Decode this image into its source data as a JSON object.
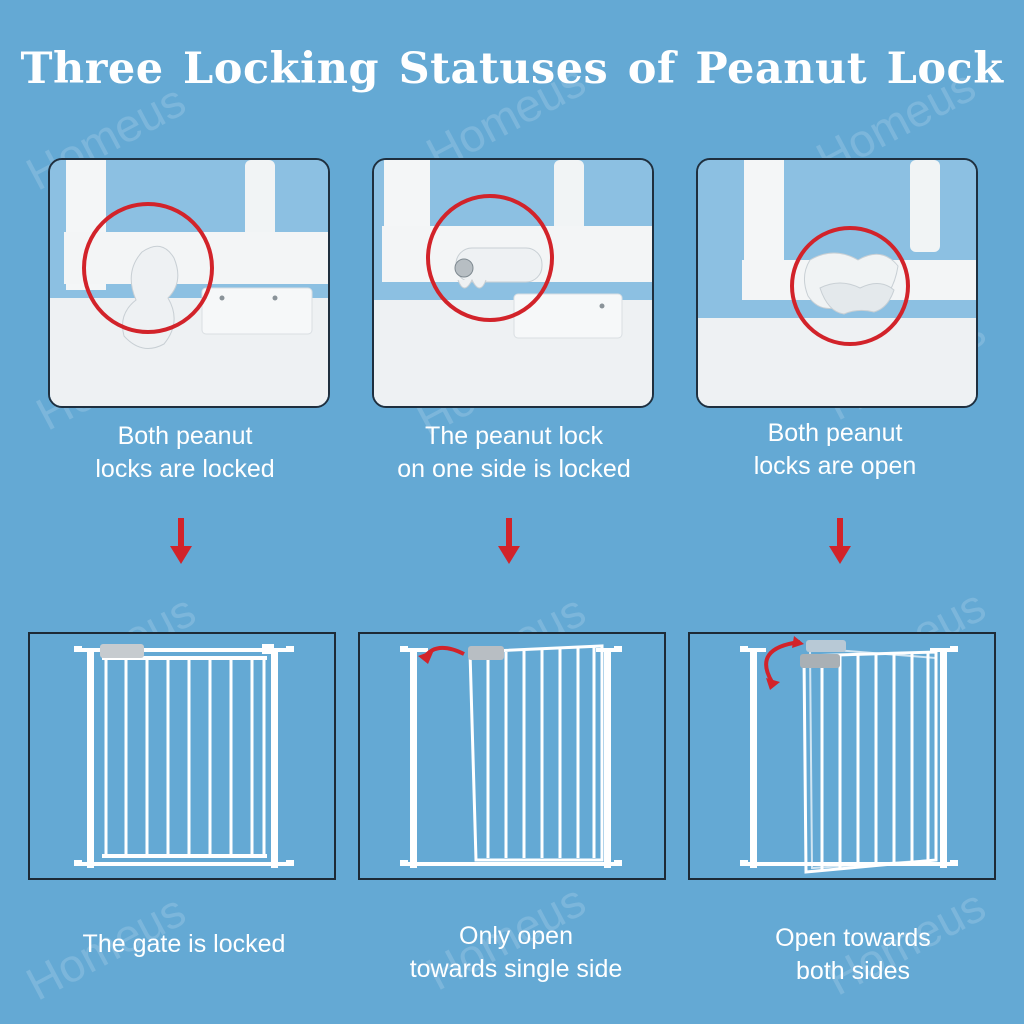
{
  "title": "Three Locking Statuses of  Peanut Lock",
  "watermark": "Homeus",
  "colors": {
    "background": "#64a9d4",
    "highlight_circle": "#d2232a",
    "arrow": "#d2232a",
    "gate": "#ffffff"
  },
  "columns": [
    {
      "status": [
        "Both peanut",
        "locks are locked"
      ],
      "result": [
        "The gate is locked"
      ]
    },
    {
      "status": [
        "The peanut lock",
        "on one side is locked"
      ],
      "result": [
        "Only open",
        "towards single side"
      ]
    },
    {
      "status": [
        "Both peanut",
        "locks are open"
      ],
      "result": [
        "Open towards",
        "both sides"
      ]
    }
  ]
}
